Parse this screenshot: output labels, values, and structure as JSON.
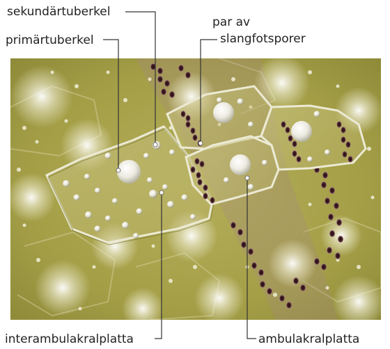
{
  "labels": {
    "secondary_tubercle": "sekundärtuberkel",
    "primary_tubercle": "primärtuberkel",
    "tube_feet_pair_line1": "par av",
    "tube_feet_pair_line2": "slangfotsporer",
    "interambulacral_plate": "interambulakralplatta",
    "ambulacral_plate": "ambulakralplatta"
  },
  "colors": {
    "background_green": "#a7a24a",
    "pore_dark": "#3a1e20",
    "pore_rim": "#b08a8c",
    "tubercle_white": "#f4f3ea",
    "leader_line": "#333333"
  }
}
